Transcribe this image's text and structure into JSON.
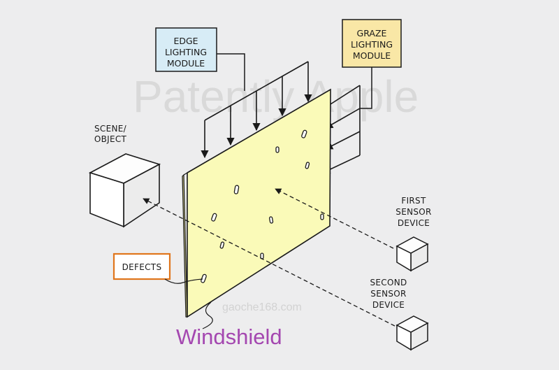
{
  "title": "Windshield",
  "watermark": "Patently Apple",
  "watermark_small": "gaoche168.com",
  "colors": {
    "edge_box": "#d7ecf6",
    "graze_box": "#f9e7a6",
    "windshield": "#fafab8",
    "defects_border": "#e0761c",
    "title": "#a447b0"
  },
  "labels": {
    "edge_lighting": [
      "EDGE",
      "LIGHTING",
      "MODULE"
    ],
    "graze_lighting": [
      "GRAZE",
      "LIGHTING",
      "MODULE"
    ],
    "scene_object": [
      "SCENE/",
      "OBJECT"
    ],
    "defects": "DEFECTS",
    "first_sensor": [
      "FIRST",
      "SENSOR",
      "DEVICE"
    ],
    "second_sensor": [
      "SECOND",
      "SENSOR",
      "DEVICE"
    ]
  }
}
